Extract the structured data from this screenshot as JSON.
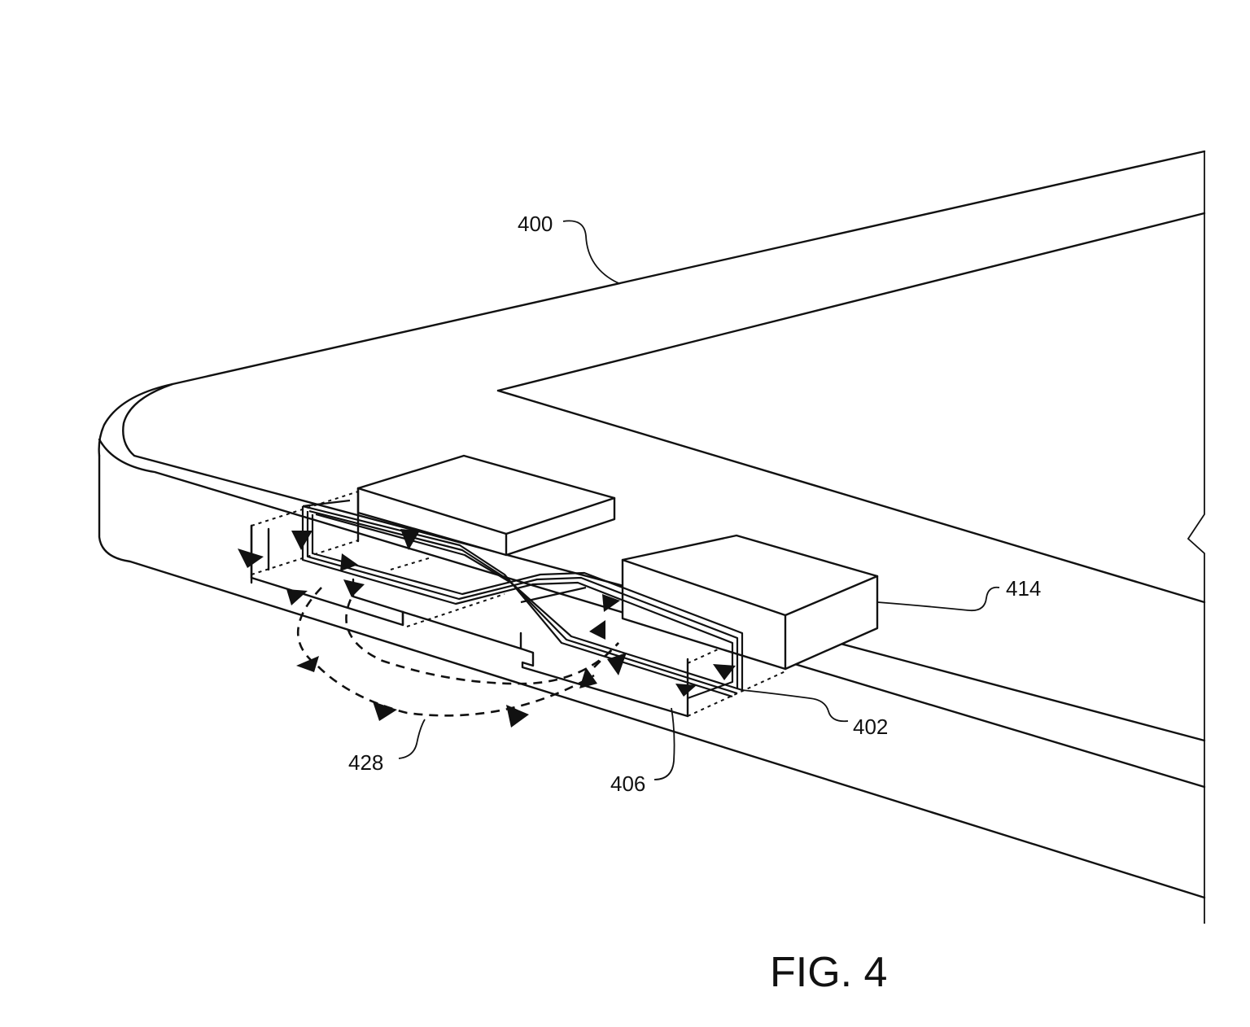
{
  "figure": {
    "caption": "FIG. 4",
    "labels": {
      "device": "400",
      "flux_guide": "402",
      "housing_channel": "406",
      "magnet": "414",
      "flux_path": "428"
    }
  }
}
